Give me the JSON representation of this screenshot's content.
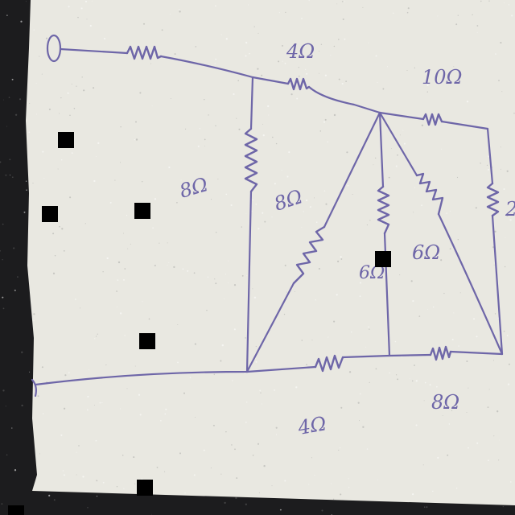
{
  "diagram": {
    "type": "resistor-network",
    "colors": {
      "ink": "#6e66a8",
      "paper": "#e9e8e1",
      "background": "#1c1c1e"
    },
    "resistor_labels": {
      "top_small": "4Ω",
      "top_right": "10Ω",
      "left_vertical": "8Ω",
      "diagonal_left": "8Ω",
      "center_vertical": "6Ω",
      "diagonal_right": "6Ω",
      "bottom_left": "4Ω",
      "bottom_right": "8Ω",
      "right_vertical_partial": "2"
    }
  }
}
